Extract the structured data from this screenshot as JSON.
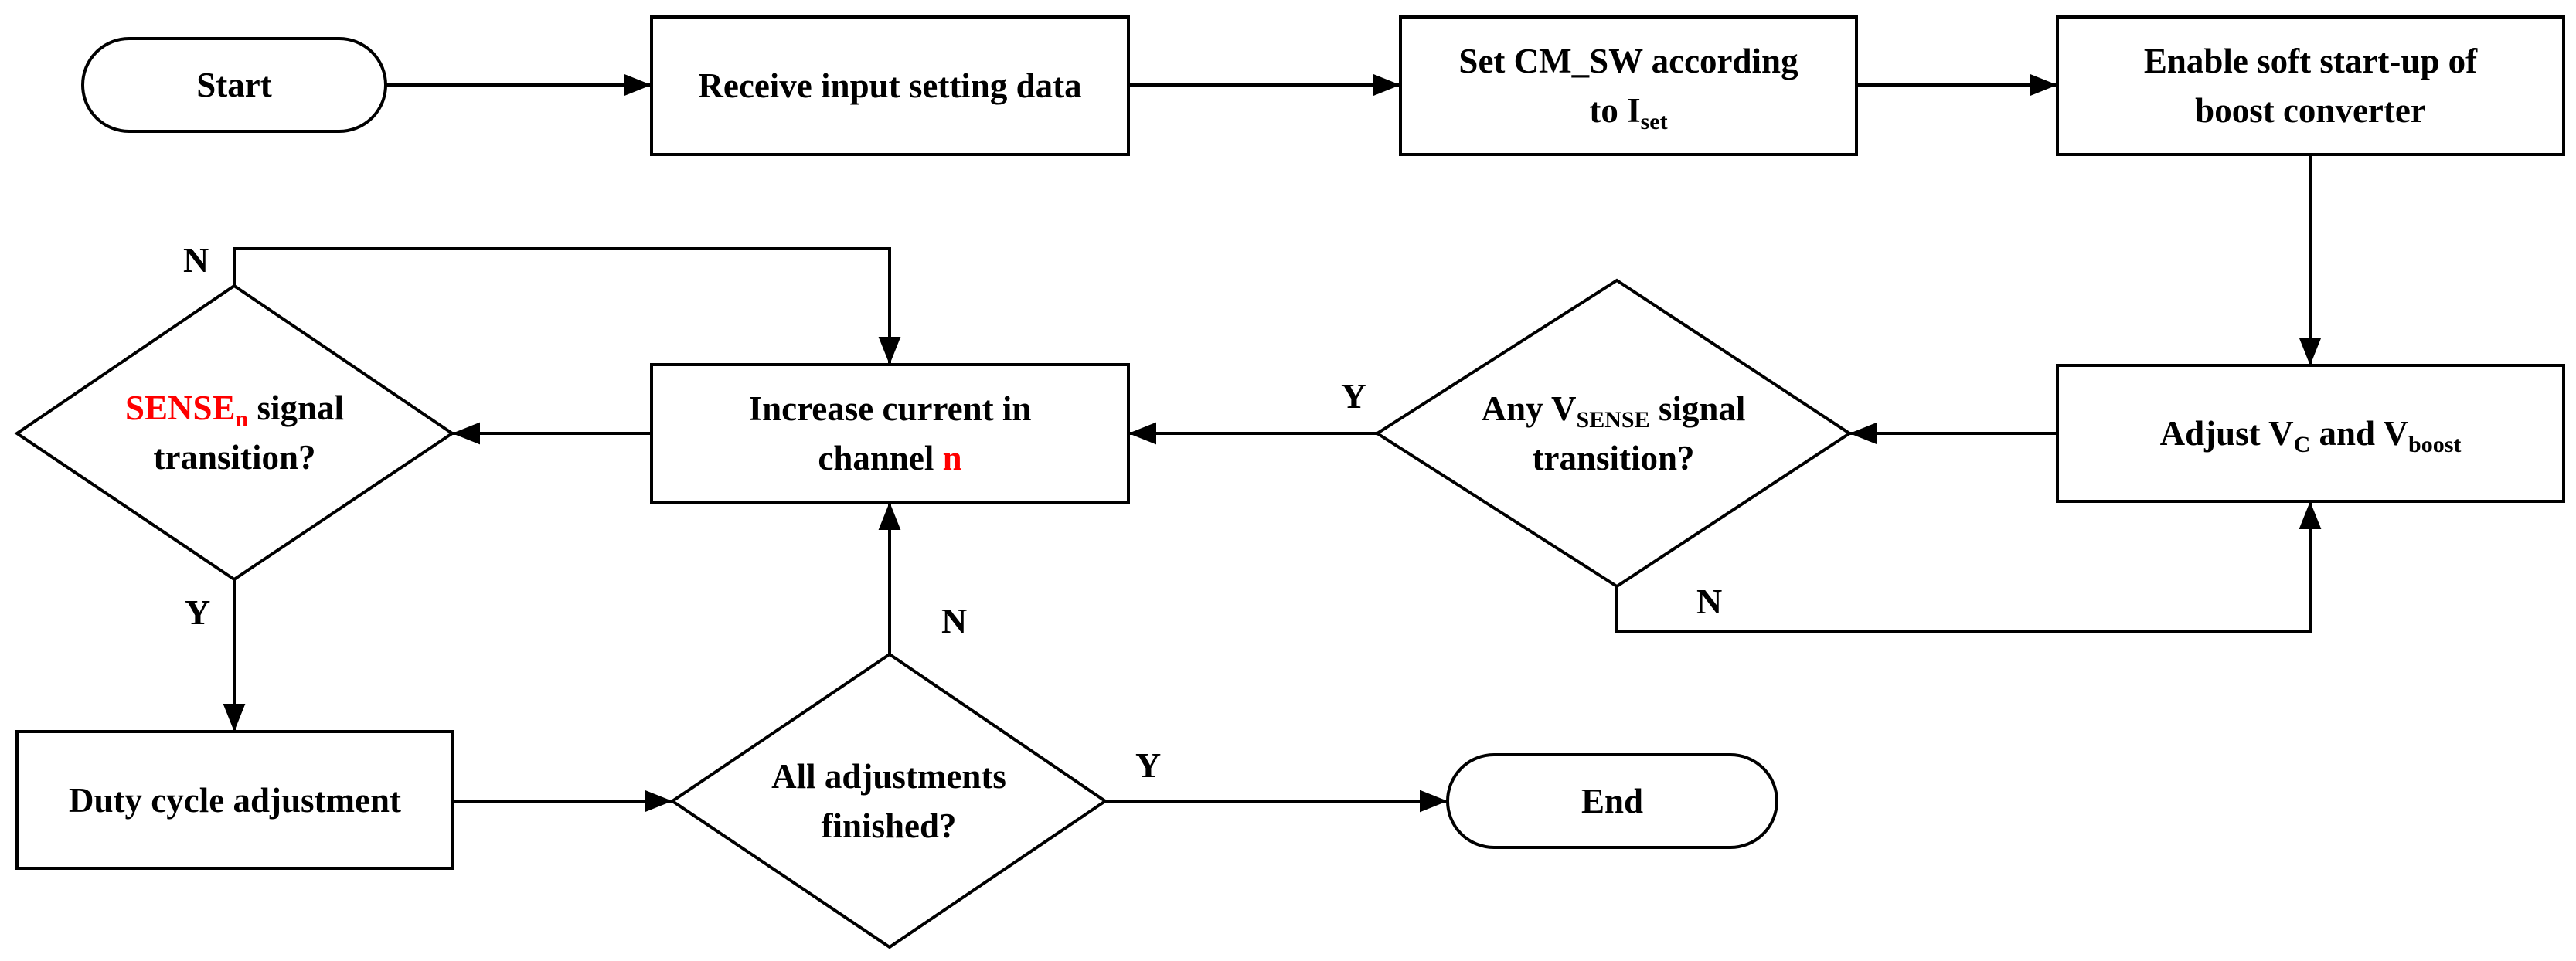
{
  "nodes": {
    "start": {
      "text": "Start"
    },
    "receive": {
      "text": "Receive input setting data"
    },
    "set_cm_sw": {
      "line1": "Set CM_SW according",
      "line2_prefix": "to I",
      "line2_sub": "set"
    },
    "soft_start": {
      "line1": "Enable soft start-up of",
      "line2": "boost converter"
    },
    "adjust_vc": {
      "prefix": "Adjust V",
      "sub_c": "C",
      "mid": " and V",
      "sub_boost": "boost"
    },
    "any_vsense": {
      "line1_prefix": "Any V",
      "line1_sub": "SENSE",
      "line1_suffix": " signal",
      "line2": "transition?"
    },
    "increase_current": {
      "line1": "Increase current in",
      "line2_prefix": "channel ",
      "line2_var": "n"
    },
    "sense_n": {
      "var": "SENSE",
      "var_sub": "n",
      "line1_suffix": " signal",
      "line2": "transition?"
    },
    "duty_cycle": {
      "text": "Duty cycle adjustment"
    },
    "all_adjustments": {
      "line1": "All adjustments",
      "line2": "finished?"
    },
    "end": {
      "text": "End"
    }
  },
  "edge_labels": {
    "sense_no": "N",
    "sense_yes": "Y",
    "vsense_yes": "Y",
    "vsense_no": "N",
    "finished_no": "N",
    "finished_yes": "Y"
  },
  "colors": {
    "line": "#000000",
    "highlight": "#ff0000",
    "background": "#ffffff"
  }
}
